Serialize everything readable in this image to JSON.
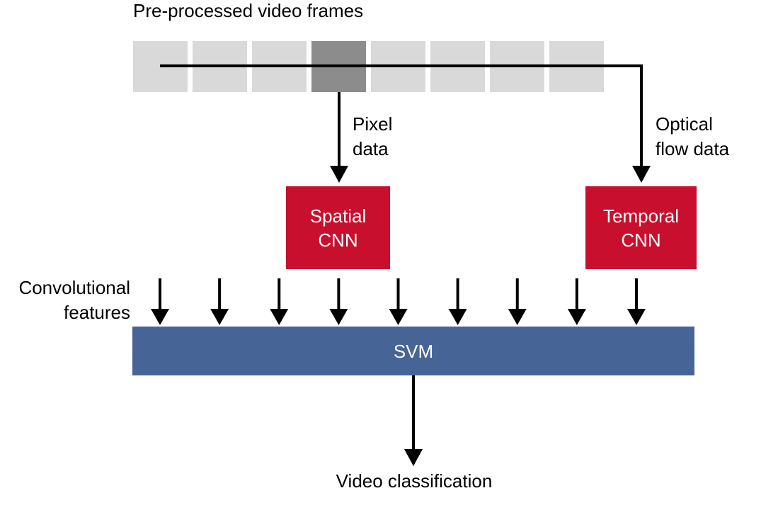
{
  "frames": {
    "title": "Pre-processed video frames",
    "count": 8,
    "highlighted_index": 3,
    "colors": {
      "normal": "#d9d9d9",
      "highlighted": "#8c8c8c"
    }
  },
  "paths": {
    "pixel": [
      "Pixel",
      "data"
    ],
    "optical": [
      "Optical",
      "flow data"
    ]
  },
  "networks": {
    "spatial": [
      "Spatial",
      "CNN"
    ],
    "temporal": [
      "Temporal",
      "CNN"
    ],
    "color": "#c8102e"
  },
  "features_label": [
    "Convolutional",
    "features"
  ],
  "feature_arrow_count": 9,
  "classifier": {
    "label": "SVM",
    "color": "#476496"
  },
  "output": {
    "label": "Video classification"
  }
}
